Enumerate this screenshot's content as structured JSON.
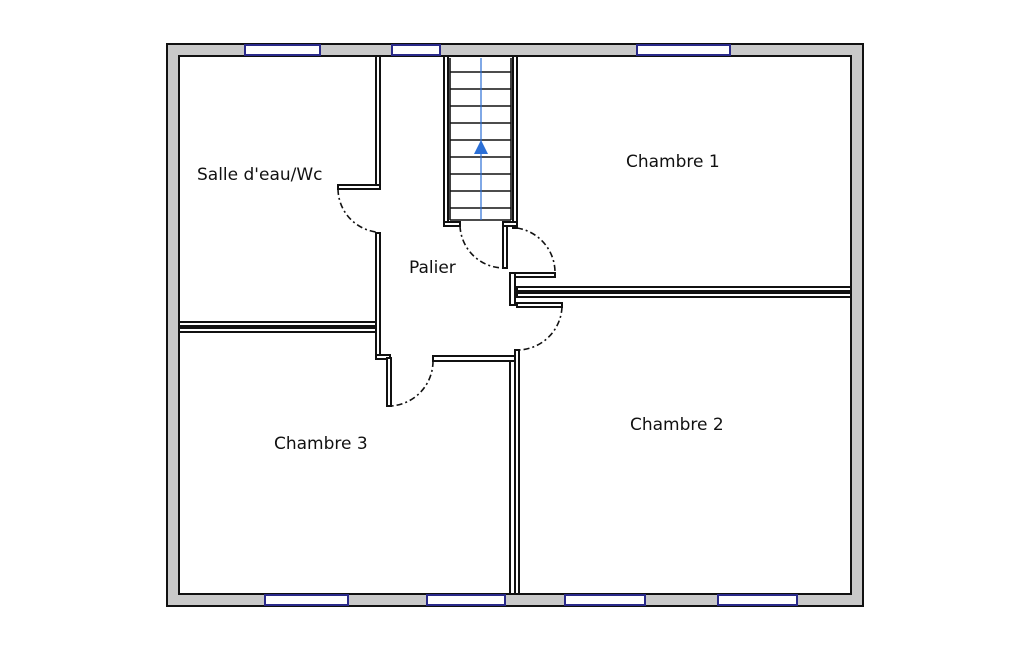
{
  "rooms": {
    "salle": "Salle d'eau/Wc",
    "palier": "Palier",
    "chambre1": "Chambre 1",
    "chambre2": "Chambre 2",
    "chambre3": "Chambre 3"
  },
  "colors": {
    "wall_fill": "#c9c9c9",
    "window": "#2a2a8a",
    "stair_arrow": "#2b6fd6"
  }
}
